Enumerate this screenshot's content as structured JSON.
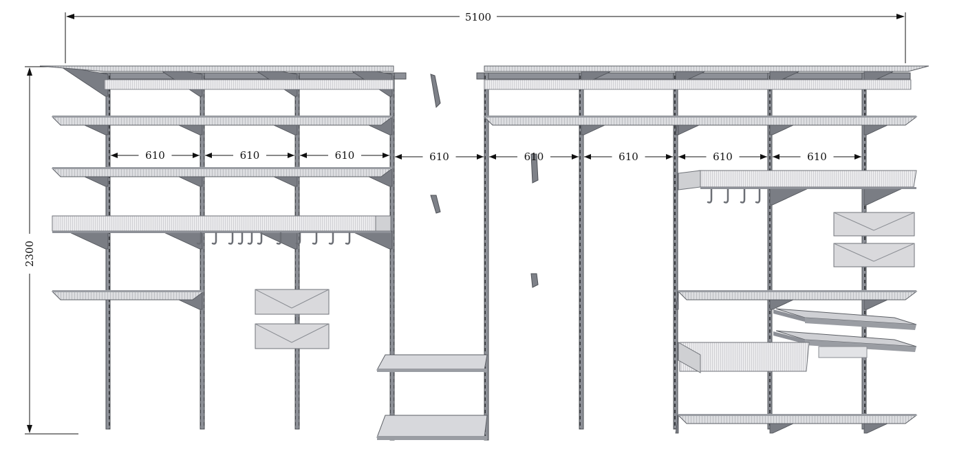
{
  "diagram": {
    "overall_width_label": "5100",
    "overall_height_label": "2300",
    "bay_width_labels": [
      "610",
      "610",
      "610",
      "610",
      "610",
      "610",
      "610",
      "610"
    ]
  }
}
